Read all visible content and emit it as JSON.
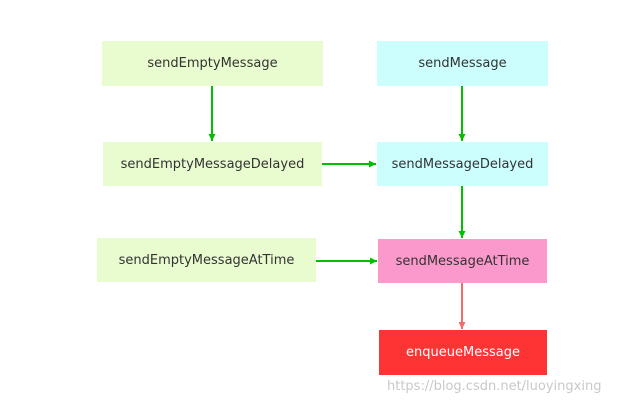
{
  "nodes": {
    "send_empty_message": {
      "label": "sendEmptyMessage",
      "color": "#e8fccf"
    },
    "send_message": {
      "label": "sendMessage",
      "color": "#ccfefe"
    },
    "send_empty_message_delayed": {
      "label": "sendEmptyMessageDelayed",
      "color": "#e8fccf"
    },
    "send_message_delayed": {
      "label": "sendMessageDelayed",
      "color": "#ccfefe"
    },
    "send_empty_message_at_time": {
      "label": "sendEmptyMessageAtTime",
      "color": "#e8fccf"
    },
    "send_message_at_time": {
      "label": "sendMessageAtTime",
      "color": "#fc99cc"
    },
    "enqueue_message": {
      "label": "enqueueMessage",
      "color": "#fe3333"
    }
  },
  "edges": [
    {
      "from": "send_empty_message",
      "to": "send_empty_message_delayed",
      "color": "#00c000"
    },
    {
      "from": "send_message",
      "to": "send_message_delayed",
      "color": "#00c000"
    },
    {
      "from": "send_empty_message_delayed",
      "to": "send_message_delayed",
      "color": "#00c000"
    },
    {
      "from": "send_message_delayed",
      "to": "send_message_at_time",
      "color": "#00c000"
    },
    {
      "from": "send_empty_message_at_time",
      "to": "send_message_at_time",
      "color": "#00c000"
    },
    {
      "from": "send_message_at_time",
      "to": "enqueue_message",
      "color": "#f26c6c"
    }
  ],
  "watermark": "https://blog.csdn.net/luoyingxing"
}
